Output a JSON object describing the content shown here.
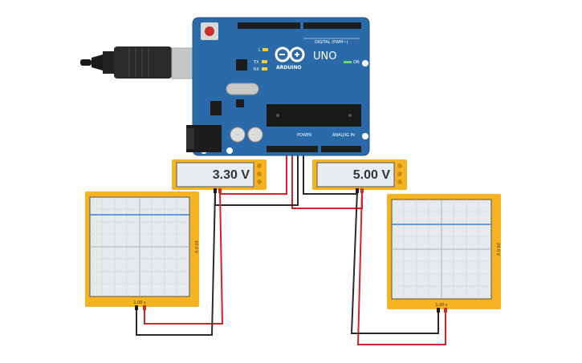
{
  "arduino": {
    "model": "UNO",
    "brand": "ARDUINO",
    "digital_header_label": "DIGITAL (PWM~)",
    "power_label": "POWER",
    "analog_label": "ANALOG IN",
    "on_label": "ON",
    "tx_label": "TX",
    "rx_label": "RX",
    "l_label": "L"
  },
  "multimeters": [
    {
      "reading": "3.30 V"
    },
    {
      "reading": "5.00 V"
    }
  ],
  "oscilloscopes": [
    {
      "time_label": "1.00 s",
      "volt_label": "10.0 V"
    },
    {
      "time_label": "1.00 s",
      "volt_label": "20.0 V"
    }
  ],
  "colors": {
    "board": "#2a6aa8",
    "instrument_frame": "#f5b321",
    "wire_red": "#d8222a",
    "wire_black": "#2b2b2b",
    "trace": "#3a7fd5"
  },
  "icons": [
    "usb-cable-icon",
    "power-jack-icon",
    "reset-button-icon",
    "arduino-logo-icon"
  ]
}
